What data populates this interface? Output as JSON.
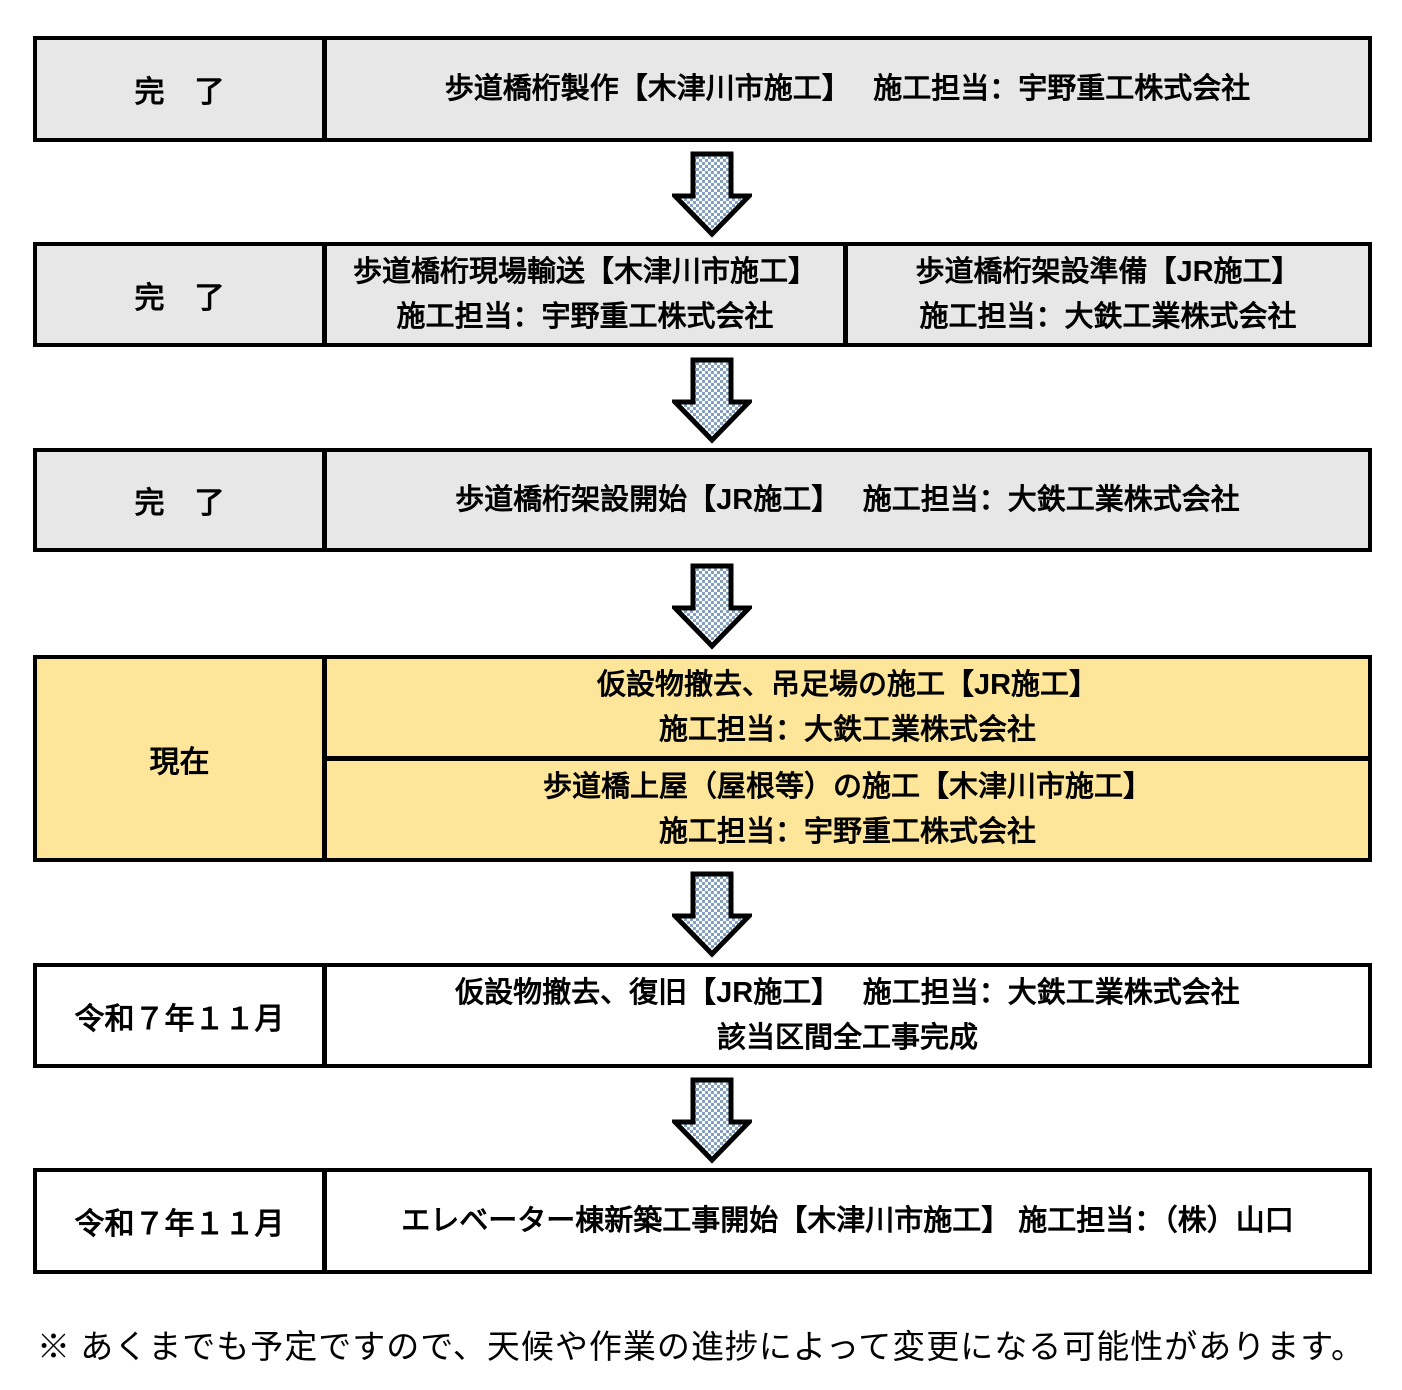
{
  "rows": [
    {
      "status": "完　了",
      "cells": [
        {
          "lines": [
            "歩道橋桁製作【木津川市施工】　 施工担当：宇野重工株式会社"
          ]
        }
      ]
    },
    {
      "status": "完　了",
      "cells": [
        {
          "lines": [
            "歩道橋桁現場輸送【木津川市施工】",
            "施工担当：宇野重工株式会社"
          ]
        },
        {
          "lines": [
            "歩道橋桁架設準備【JR施工】",
            "施工担当：大鉄工業株式会社"
          ]
        }
      ]
    },
    {
      "status": "完　了",
      "cells": [
        {
          "lines": [
            "歩道橋桁架設開始【JR施工】　 施工担当：大鉄工業株式会社"
          ]
        }
      ]
    },
    {
      "status": "現在",
      "cells": [
        {
          "lines": [
            "仮設物撤去、吊足場の施工【JR施工】",
            "施工担当：大鉄工業株式会社"
          ]
        },
        {
          "lines": [
            "歩道橋上屋（屋根等）の施工【木津川市施工】",
            "施工担当：宇野重工株式会社"
          ]
        }
      ]
    },
    {
      "status": "令和７年１１月",
      "cells": [
        {
          "lines": [
            "仮設物撤去、復旧【JR施工】　 施工担当：大鉄工業株式会社",
            "該当区間全工事完成"
          ]
        }
      ]
    },
    {
      "status": "令和７年１１月",
      "cells": [
        {
          "lines": [
            "エレベーター棟新築工事開始【木津川市施工】 施工担当：（株）山口"
          ]
        }
      ]
    }
  ],
  "footer": {
    "note": "※ あくまでも予定ですので、天候や作業の進捗によって変更になる可能性があります。"
  },
  "icons": {
    "down_arrow": "down-arrow"
  },
  "colors": {
    "completed_bg": "#e7e7e7",
    "current_bg": "#fde599",
    "planned_bg": "#ffffff",
    "border": "#000000",
    "arrow_check": "#85a0be"
  }
}
